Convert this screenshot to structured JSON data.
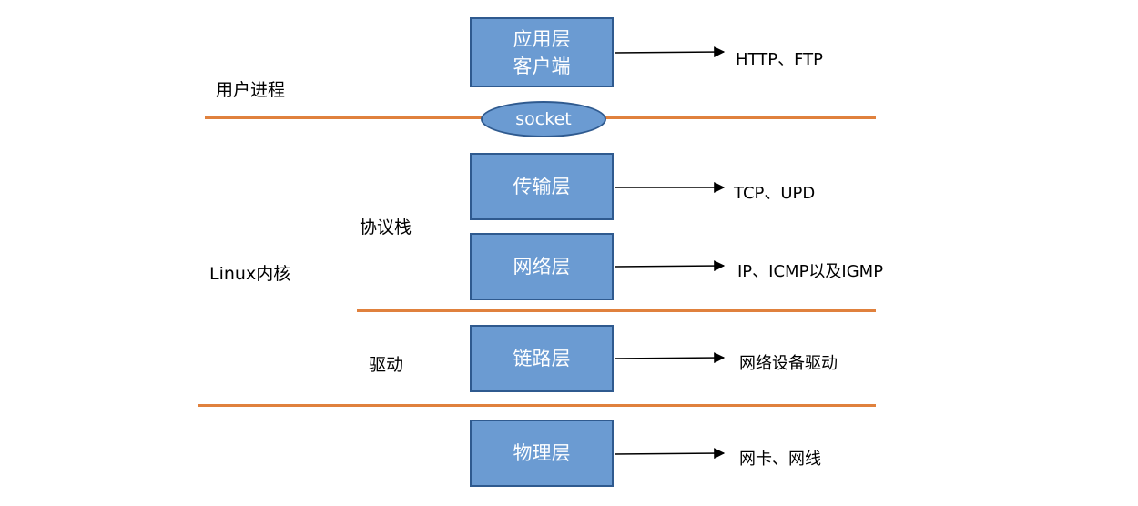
{
  "regions": {
    "user_process": "用户进程",
    "linux_kernel": "Linux内核",
    "protocol_stack": "协议栈",
    "driver": "驱动"
  },
  "socket": "socket",
  "layers": [
    {
      "line1": "应用层",
      "line2": "客户端",
      "desc": "HTTP、FTP"
    },
    {
      "line1": "传输层",
      "desc": "TCP、UPD"
    },
    {
      "line1": "网络层",
      "desc": "IP、ICMP以及IGMP"
    },
    {
      "line1": "链路层",
      "desc": "网络设备驱动"
    },
    {
      "line1": "物理层",
      "desc": "网卡、网线"
    }
  ],
  "colors": {
    "box_fill": "#6b9bd2",
    "box_border": "#2f5a8f",
    "separator": "#e0813d"
  }
}
